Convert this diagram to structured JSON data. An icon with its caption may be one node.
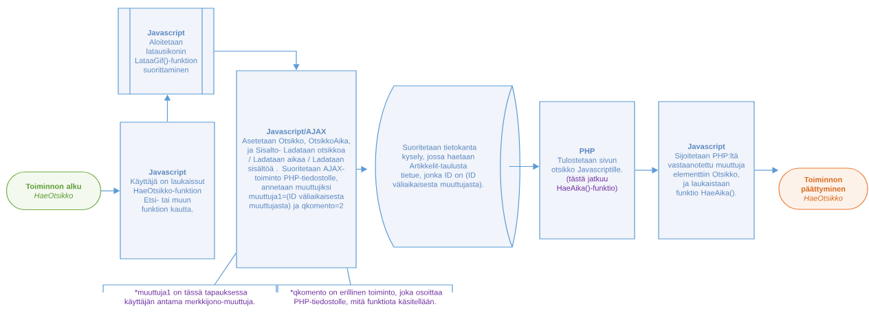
{
  "diagram": {
    "nodes": [
      {
        "text": [
          "Toiminnon alku",
          "HaeOtsikko"
        ]
      },
      {
        "text": [
          "Javascript",
          "Käyttäjä on laukaissut HaeOtsikko-funktion Etsi- tai muun funktion kautta."
        ]
      },
      {
        "text": [
          "Javascript",
          "Aloitetaan latausikonin LataaGif()-funktion suorittaminen"
        ]
      },
      {
        "text": [
          "Javascript/AJAX",
          "Asetetaan Otsikko, OtsikkoAika, ja Sisalto- Ladataan otsikkoa / Ladataan aikaa / Ladataan sisältöä . Suoritetaan AJAX-toiminto PHP-tiedostolle, annetaan muuttujiksi muuttuja1=(ID väliaikaisesta muuttujasta) ja qkomento=2"
        ]
      },
      {
        "text": [
          "Suoritetaan tietokanta kysely, jossa haetaan Artikkelit-taulusta tietue, jonka ID on (ID väliaikaisesta muuttujasta)."
        ]
      },
      {
        "text": [
          "PHP",
          "Tulostetaan sivun otsikko Javascriptille.",
          "(tästä jatkuu HaeAika()-funktio)"
        ]
      },
      {
        "text": [
          "Javascript",
          "Sijoitetaan PHP:ltä vastaanotettu muuttuja elementtiin Otsikko, ja laukaistaan funktio HaeAika()."
        ]
      },
      {
        "text": [
          "Toiminnon päättyminen",
          "HaeOtsikko"
        ]
      },
      {
        "text": [
          "*muuttuja1 on tässä tapauksessa käyttäjän antama merkkijono-muuttuja."
        ]
      },
      {
        "text": [
          "*qkomento on erillinen toiminto, joka osoittaa PHP-tiedostolle, mitä funktiota käsitellään."
        ]
      }
    ],
    "edges": [
      {
        "from": 0,
        "to": 1,
        "arrow": "to"
      },
      {
        "from": 1,
        "to": 2,
        "arrow": "to"
      },
      {
        "from": 2,
        "to": 3,
        "arrow": "to"
      },
      {
        "from": 3,
        "to": 4,
        "arrow": "to"
      },
      {
        "from": 4,
        "to": 5,
        "arrow": "to"
      },
      {
        "from": 5,
        "to": 6,
        "arrow": "to"
      },
      {
        "from": 6,
        "to": 7,
        "arrow": "to"
      },
      {
        "from": 8,
        "to": 3,
        "arrow": "none"
      },
      {
        "from": 9,
        "to": 3,
        "arrow": "none"
      }
    ]
  }
}
